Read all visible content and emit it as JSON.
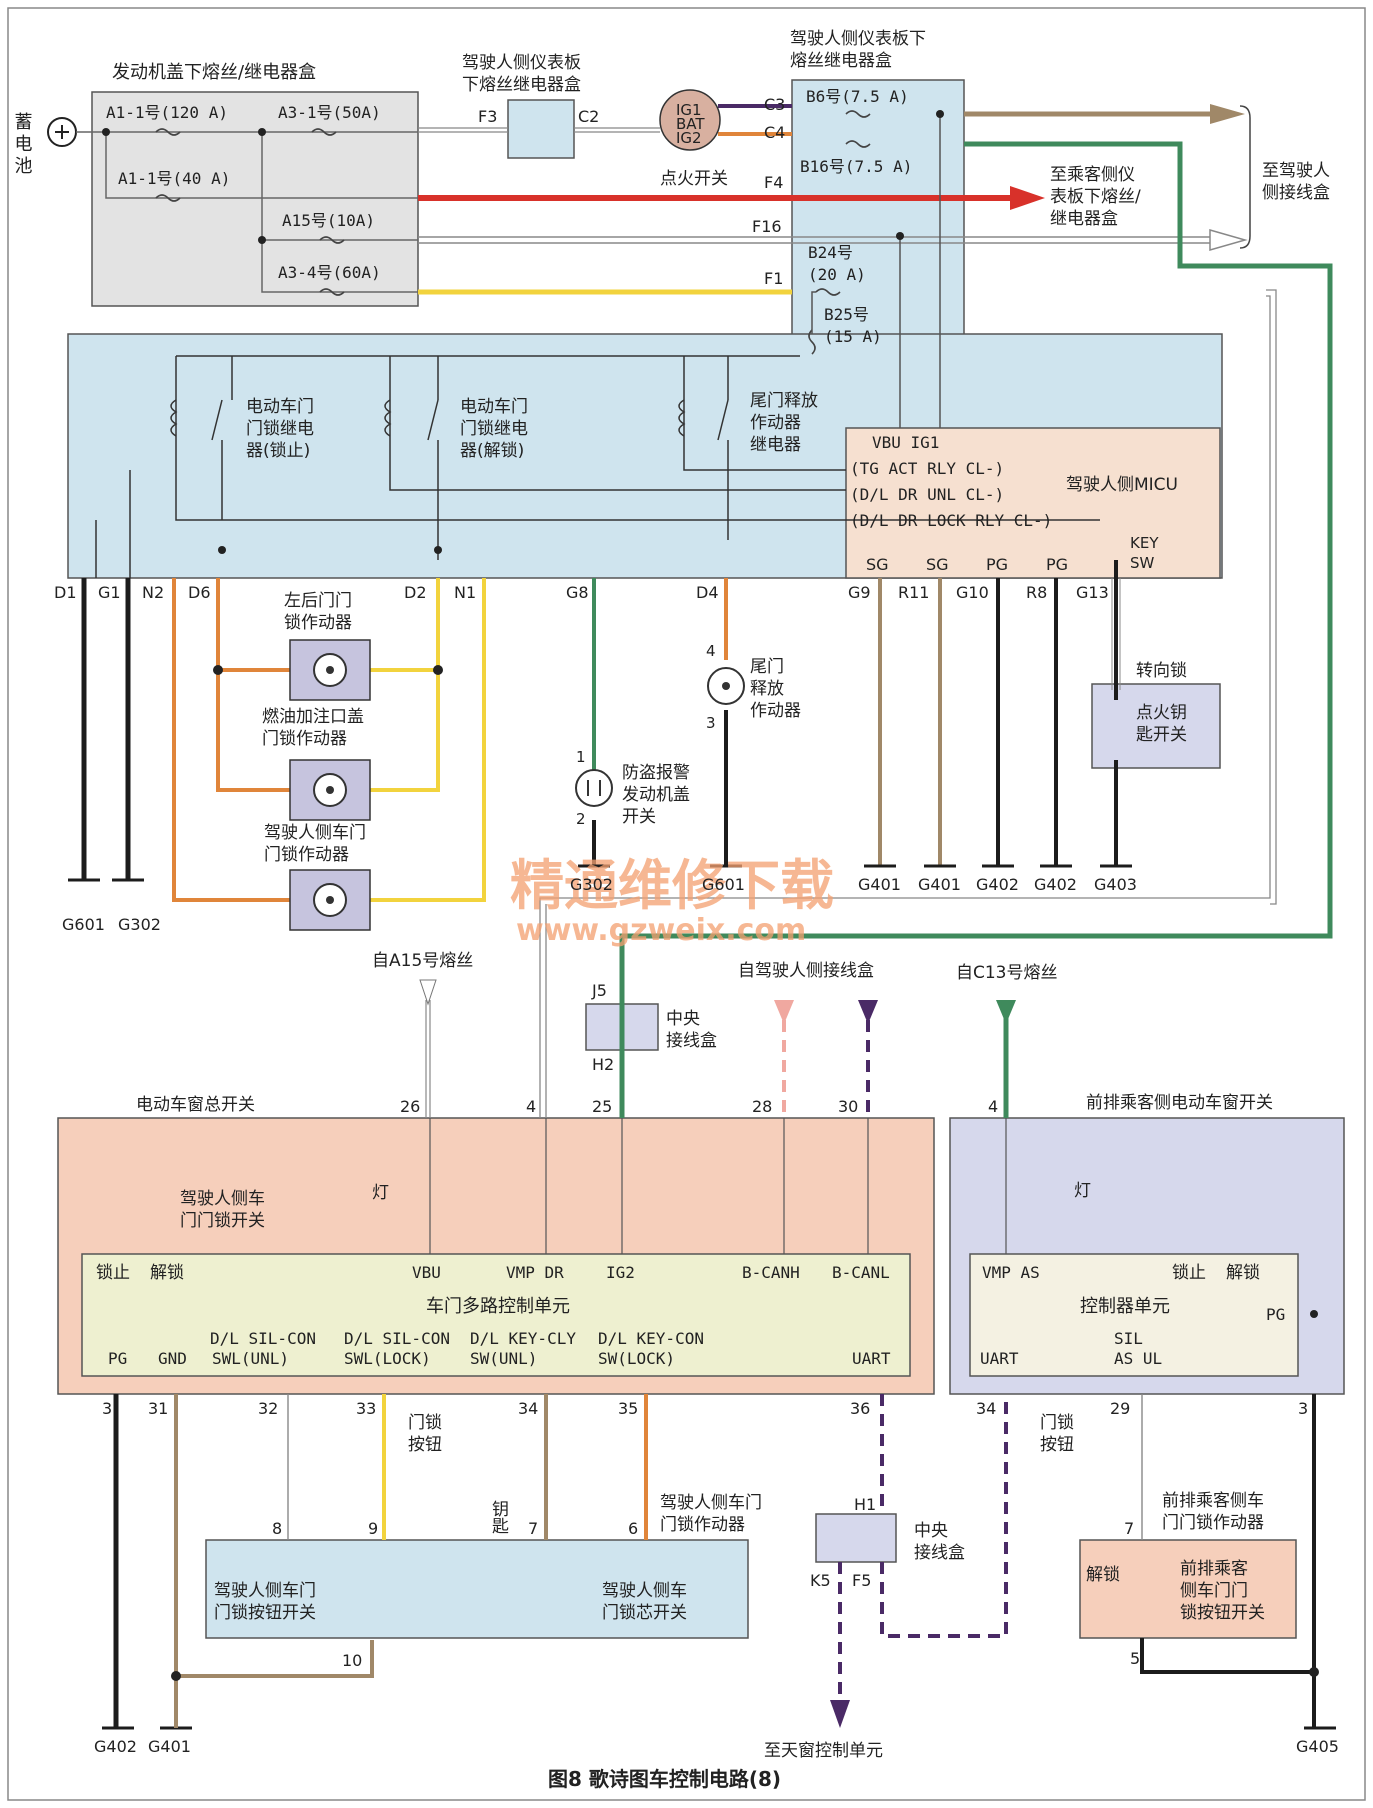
{
  "caption": "图8 歌诗图车控制电路(8)",
  "watermark": {
    "cn": "精通维修下载",
    "url": "www.gzweix.com"
  },
  "labels": {
    "battery": "蓄电池",
    "engine_box": "发动机盖下熔丝/继电器盒",
    "drv_under_box1": "驾驶人侧仪表板",
    "drv_under_box2": "下熔丝继电器盒",
    "drv_box_top1": "驾驶人侧仪表板下",
    "drv_box_top2": "熔丝继电器盒",
    "ign_switch": "点火开关",
    "to_pass_box1": "至乘客侧仪",
    "to_pass_box2": "表板下熔丝/",
    "to_pass_box3": "继电器盒",
    "to_drv_junction1": "至驾驶人",
    "to_drv_junction2": "侧接线盒",
    "relay_lock1": "电动车门",
    "relay_lock2": "门锁继电",
    "relay_lock3": "器(锁止)",
    "relay_unlock1": "电动车门",
    "relay_unlock2": "门锁继电",
    "relay_unlock3": "器(解锁)",
    "relay_tg1": "尾门释放",
    "relay_tg2": "作动器",
    "relay_tg3": "继电器",
    "micu": "驾驶人侧MICU",
    "key_sw1": "KEY",
    "key_sw2": "SW",
    "rl_act1": "左后门门",
    "rl_act2": "锁作动器",
    "fuel_act1": "燃油加注口盖",
    "fuel_act2": "门锁作动器",
    "drv_act1": "驾驶人侧车门",
    "drv_act2": "门锁作动器",
    "tg_act1": "尾门",
    "tg_act2": "释放",
    "tg_act3": "作动器",
    "hood_sw1": "防盗报警",
    "hood_sw2": "发动机盖",
    "hood_sw3": "开关",
    "steer_lock": "转向锁",
    "key_switch1": "点火钥",
    "key_switch2": "匙开关",
    "from_a15": "自A15号熔丝",
    "from_drv_jb": "自驾驶人侧接线盒",
    "from_c13": "自C13号熔丝",
    "central_jb1": "中央",
    "central_jb2": "接线盒",
    "master_sw": "电动车窗总开关",
    "pass_sw": "前排乘客侧电动车窗开关",
    "drv_lock_sw1": "驾驶人侧车",
    "drv_lock_sw2": "门门锁开关",
    "lamp": "灯",
    "door_mux": "车门多路控制单元",
    "ctrl_unit": "控制器单元",
    "lock_btn1": "门锁",
    "lock_btn2": "按钮",
    "key": "钥匙",
    "drv_act_b1": "驾驶人侧车门",
    "drv_act_b2": "门锁作动器",
    "drv_btn_sw1": "驾驶人侧车门",
    "drv_btn_sw2": "门锁按钮开关",
    "drv_cyl_sw1": "驾驶人侧车",
    "drv_cyl_sw2": "门锁芯开关",
    "pass_act1": "前排乘客侧车",
    "pass_act2": "门门锁作动器",
    "pass_btn_sw1": "前排乘客",
    "pass_btn_sw2": "侧车门门",
    "pass_btn_sw3": "锁按钮开关",
    "unlock": "解锁",
    "to_sunroof": "至天窗控制单元"
  },
  "fuses": {
    "a1_120": "A1-1号(120 A)",
    "a3_50": "A3-1号(50A)",
    "a1_40": "A1-1号(40 A)",
    "a15": "A15号(10A)",
    "a3_60": "A3-4号(60A)",
    "b6": "B6号(7.5 A)",
    "b16": "B16号(7.5 A)",
    "b24a": "B24号",
    "b24b": "(20 A)",
    "b25a": "B25号",
    "b25b": "(15 A)"
  },
  "connectors": {
    "f3": "F3",
    "c2": "C2",
    "c3": "C3",
    "c4": "C4",
    "f4": "F4",
    "f16": "F16",
    "f1": "F1",
    "ig1": "IG1",
    "bat": "BAT",
    "ig2": "IG2",
    "d1": "D1",
    "g1": "G1",
    "n2": "N2",
    "d6": "D6",
    "d2": "D2",
    "n1": "N1",
    "g8": "G8",
    "d4": "D4",
    "g9": "G9",
    "r11": "R11",
    "g10": "G10",
    "r8": "R8",
    "g13": "G13",
    "j5": "J5",
    "h2": "H2",
    "h1": "H1",
    "k5": "K5",
    "f5": "F5",
    "p26": "26",
    "p4": "4",
    "p25": "25",
    "p28": "28",
    "p30": "30",
    "p4b": "4",
    "p3": "3",
    "p31": "31",
    "p32": "32",
    "p33": "33",
    "p34": "34",
    "p35": "35",
    "p36": "36",
    "p34b": "34",
    "p29": "29",
    "p3b": "3",
    "p8": "8",
    "p9": "9",
    "p7": "7",
    "p6": "6",
    "p10": "10",
    "p7b": "7",
    "p5": "5",
    "p4c": "4",
    "p3c": "3",
    "p1": "1",
    "p2": "2"
  },
  "micu_pins": {
    "vbu_ig1": "VBU IG1",
    "tg": "(TG ACT RLY CL-)",
    "unl": "(D/L DR UNL CL-)",
    "lock": "(D/L DR LOCK RLY CL-)",
    "sg1": "SG",
    "sg2": "SG",
    "pg1": "PG",
    "pg2": "PG"
  },
  "mux_pins": {
    "lock": "锁止",
    "unlock": "解锁",
    "vbu": "VBU",
    "vmp_dr": "VMP DR",
    "ig2": "IG2",
    "b_canh": "B-CANH",
    "b_canl": "B-CANL",
    "sil1": "D/L SIL-CON",
    "sil1b": "SWL(UNL)",
    "sil2": "D/L SIL-CON",
    "sil2b": "SWL(LOCK)",
    "key1": "D/L KEY-CLY",
    "key1b": "SW(UNL)",
    "key2": "D/L KEY-CON",
    "key2b": "SW(LOCK)",
    "pg": "PG",
    "gnd": "GND",
    "uart": "UART"
  },
  "ctrl_pins": {
    "vmp_as": "VMP AS",
    "lock": "锁止",
    "unlock": "解锁",
    "pg": "PG",
    "uart": "UART",
    "sil": "SIL",
    "as_ul": "AS UL"
  },
  "grounds": {
    "g601a": "G601",
    "g302a": "G302",
    "g302b": "G302",
    "g601b": "G601",
    "g401a": "G401",
    "g401b": "G401",
    "g402a": "G402",
    "g402b": "G402",
    "g403": "G403",
    "g402c": "G402",
    "g401c": "G401",
    "g405": "G405"
  },
  "colors": {
    "red": "#d8312a",
    "orange": "#e0853a",
    "yellow": "#f2d33d",
    "green": "#3f8a5c",
    "tan": "#a08868",
    "black": "#1c1c1c",
    "purple": "#4a2a66",
    "pink": "#f0a8a0",
    "blue_box": "#cfe4ee",
    "grey_box": "#e3e3e3",
    "peach_box": "#f6cfbb",
    "violet_box": "#d6d8ec"
  }
}
